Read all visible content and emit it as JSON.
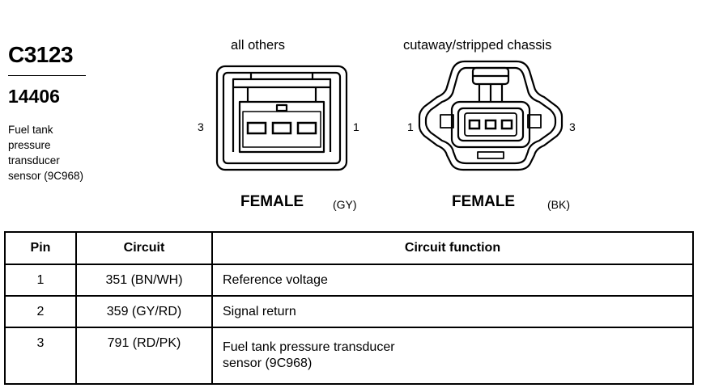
{
  "connector": {
    "id": "C3123",
    "part_number": "14406",
    "description_lines": [
      "Fuel tank",
      "pressure",
      "transducer",
      "sensor (9C968)"
    ]
  },
  "views": [
    {
      "title": "all others",
      "pin_left": "3",
      "pin_right": "1",
      "gender": "FEMALE",
      "color_code": "(GY)"
    },
    {
      "title": "cutaway/stripped chassis",
      "pin_left": "1",
      "pin_right": "3",
      "gender": "FEMALE",
      "color_code": "(BK)"
    }
  ],
  "table": {
    "headers": [
      "Pin",
      "Circuit",
      "Circuit function"
    ],
    "rows": [
      {
        "pin": "1",
        "circuit": "351 (BN/WH)",
        "function_lines": [
          "Reference voltage"
        ]
      },
      {
        "pin": "2",
        "circuit": "359 (GY/RD)",
        "function_lines": [
          "Signal return"
        ]
      },
      {
        "pin": "3",
        "circuit": "791 (RD/PK)",
        "function_lines": [
          "Fuel tank pressure transducer",
          "sensor (9C968)"
        ]
      }
    ]
  }
}
